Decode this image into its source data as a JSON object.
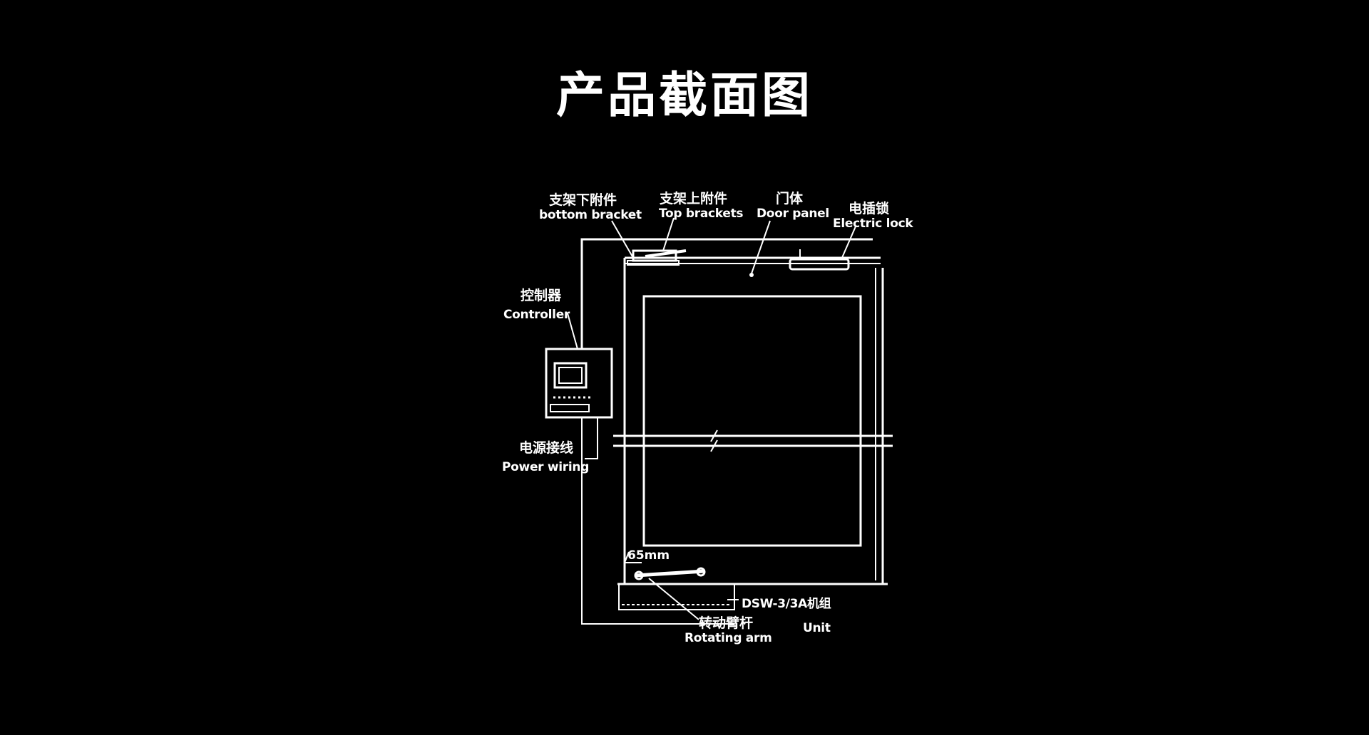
{
  "title": "产品截面图",
  "labels": {
    "bottom_bracket_zh": "支架下附件",
    "bottom_bracket_en": "bottom bracket",
    "top_brackets_zh": "支架上附件",
    "top_brackets_en": "Top brackets",
    "door_panel_zh": "门体",
    "door_panel_en": "Door panel",
    "electric_lock_zh": "电插锁",
    "electric_lock_en": "Electric lock",
    "controller_zh": "控制器",
    "controller_en": "Controller",
    "power_wiring_zh": "电源接线",
    "power_wiring_en": "Power wiring",
    "dimension": "65mm",
    "unit_model": "DSW-3/3A机组",
    "unit_en": "Unit",
    "rotating_arm_zh": "转动臂杆",
    "rotating_arm_en": "Rotating arm"
  },
  "colors": {
    "background": "#000000",
    "line": "#ffffff"
  }
}
